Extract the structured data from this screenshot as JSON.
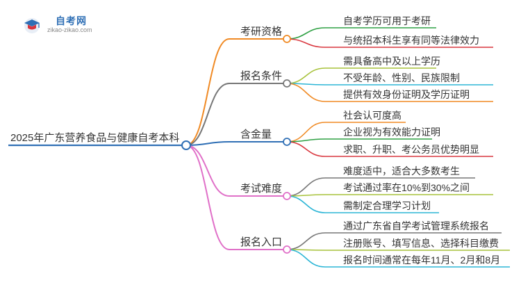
{
  "logo": {
    "title": "自考网",
    "subtitle": "zikao-zikao.com"
  },
  "mindmap": {
    "root": "2025年广东营养食品与健康自考本科",
    "branches": [
      {
        "label": "考研资格",
        "color": "#f08a24",
        "leaves": [
          {
            "text": "自考学历可用于考研",
            "color": "#2ea043"
          },
          {
            "text": "与统招本科生享有同等法律效力",
            "color": "#d9363e"
          }
        ]
      },
      {
        "label": "报名条件",
        "color": "#777777",
        "leaves": [
          {
            "text": "需具备高中及以上学历",
            "color": "#a7c23a"
          },
          {
            "text": "不受年龄、性别、民族限制",
            "color": "#2bb5d6"
          },
          {
            "text": "提供有效身份证明及学历证明",
            "color": "#f08a24"
          }
        ]
      },
      {
        "label": "含金量",
        "color": "#2f6fb5",
        "leaves": [
          {
            "text": "社会认可度高",
            "color": "#f08a24"
          },
          {
            "text": "企业视为有效能力证明",
            "color": "#2ea043"
          },
          {
            "text": "求职、升职、考公务员优势明显",
            "color": "#d9363e"
          }
        ]
      },
      {
        "label": "考试难度",
        "color": "#e070c8",
        "leaves": [
          {
            "text": "难度适中，适合大多数考生",
            "color": "#777777"
          },
          {
            "text": "考试通过率在10%到30%之间",
            "color": "#a7c23a"
          },
          {
            "text": "需制定合理学习计划",
            "color": "#2bb5d6"
          }
        ]
      },
      {
        "label": "报名入口",
        "color": "#e070c8",
        "leaves": [
          {
            "text": "通过广东省自学考试管理系统报名",
            "color": "#777777"
          },
          {
            "text": "注册账号、填写信息、选择科目缴费",
            "color": "#a7c23a"
          },
          {
            "text": "报名时间通常在每年11月、2月和8月",
            "color": "#2bb5d6"
          }
        ]
      }
    ]
  }
}
